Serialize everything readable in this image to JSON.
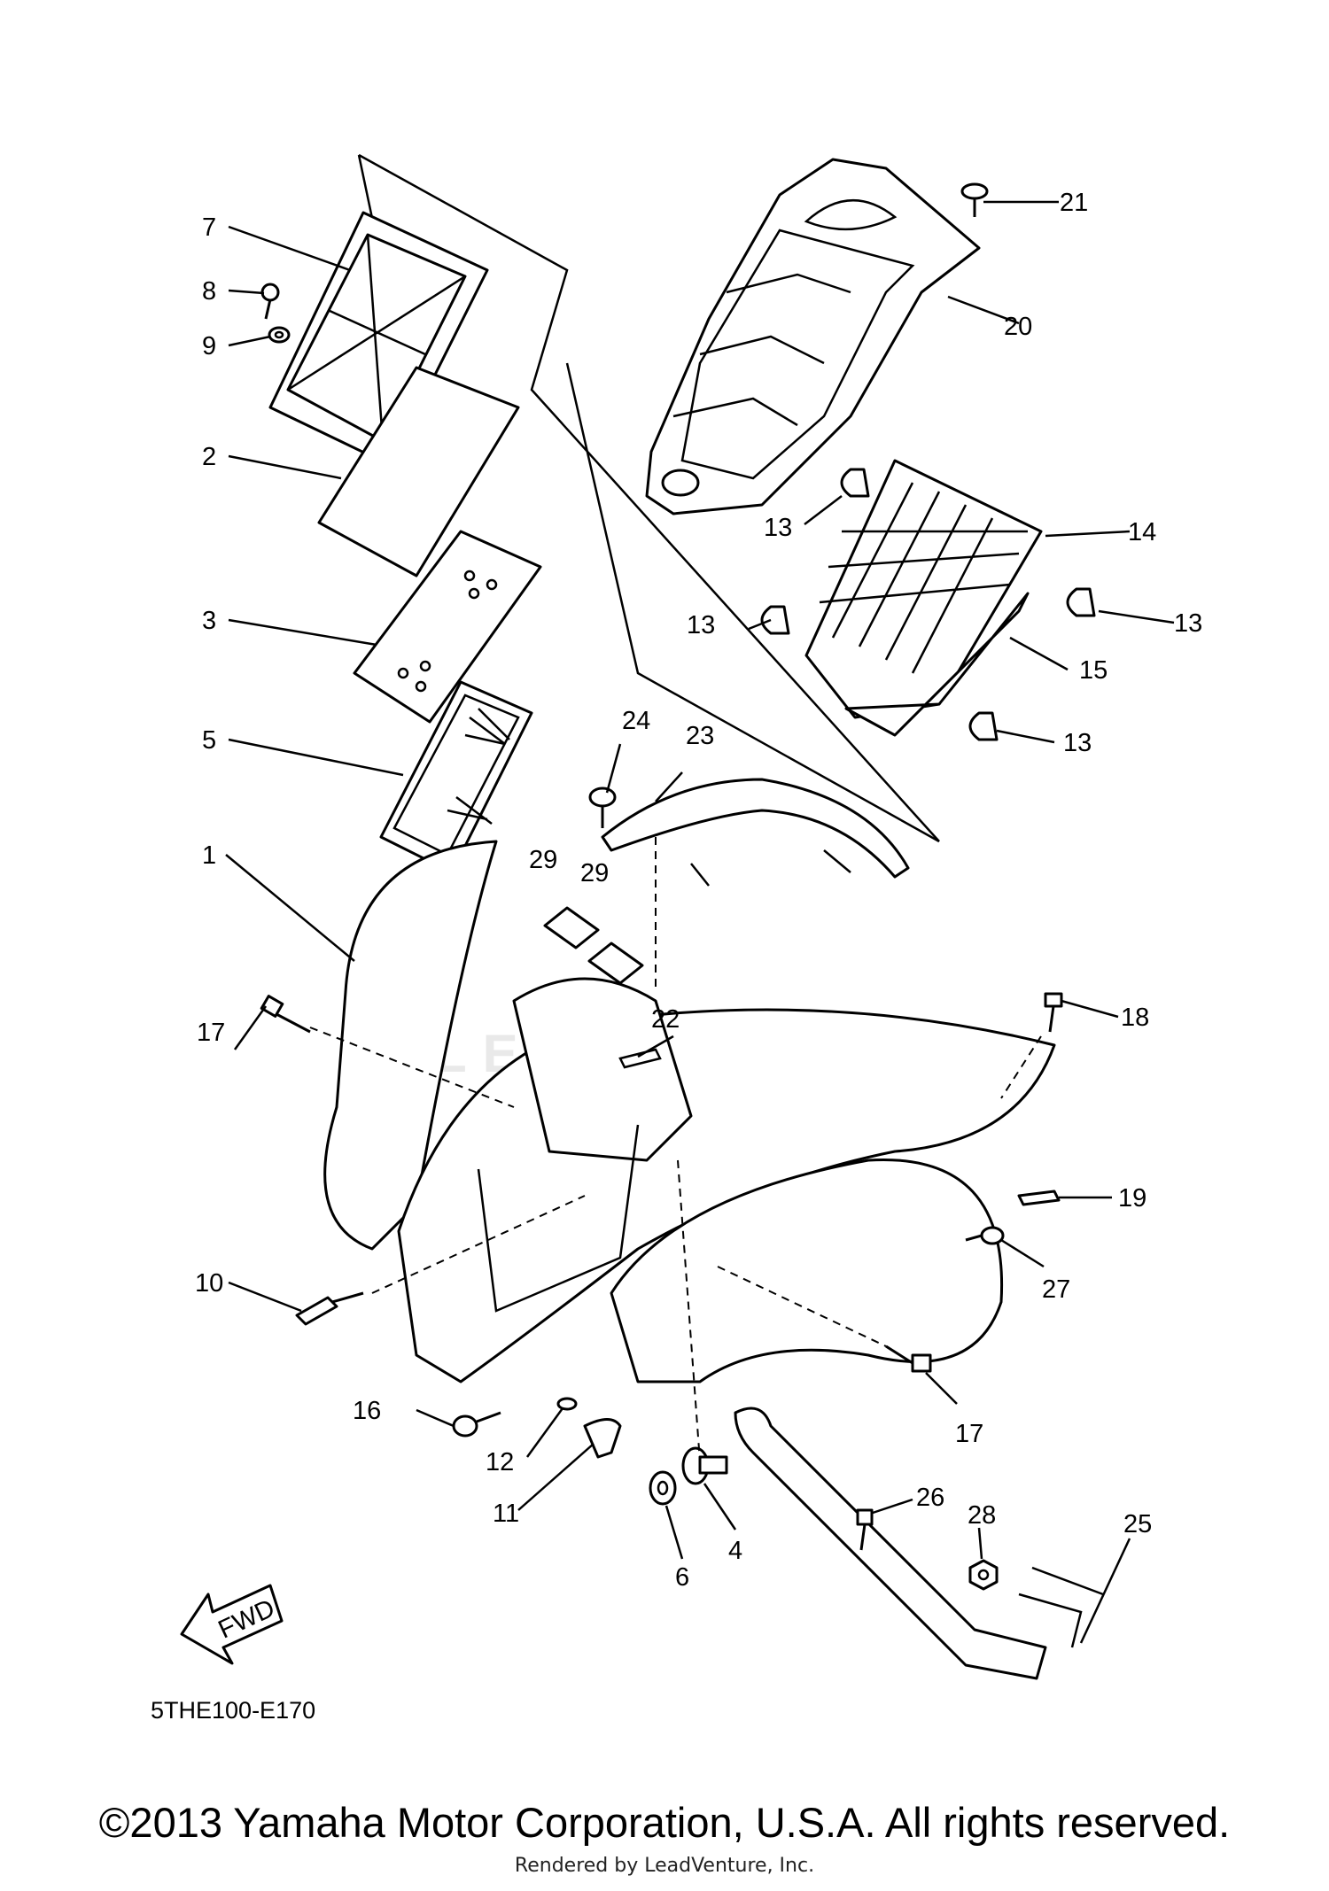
{
  "callouts": [
    "1",
    "2",
    "3",
    "4",
    "5",
    "6",
    "7",
    "8",
    "9",
    "10",
    "11",
    "12",
    "13",
    "13",
    "13",
    "13",
    "14",
    "15",
    "16",
    "17",
    "17",
    "18",
    "19",
    "20",
    "21",
    "22",
    "23",
    "24",
    "25",
    "26",
    "27",
    "28",
    "29",
    "29"
  ],
  "figure_code": "5THE100-E170",
  "fwd_label": "FWD",
  "watermark": "LEADVENTURE",
  "copyright": "©2013 Yamaha Motor Corporation, U.S.A. All rights reserved.",
  "rendered_by": "Rendered by LeadVenture, Inc.",
  "colors": {
    "ink": "#000000",
    "paper": "#ffffff",
    "watermark": "#e9e9e9"
  }
}
